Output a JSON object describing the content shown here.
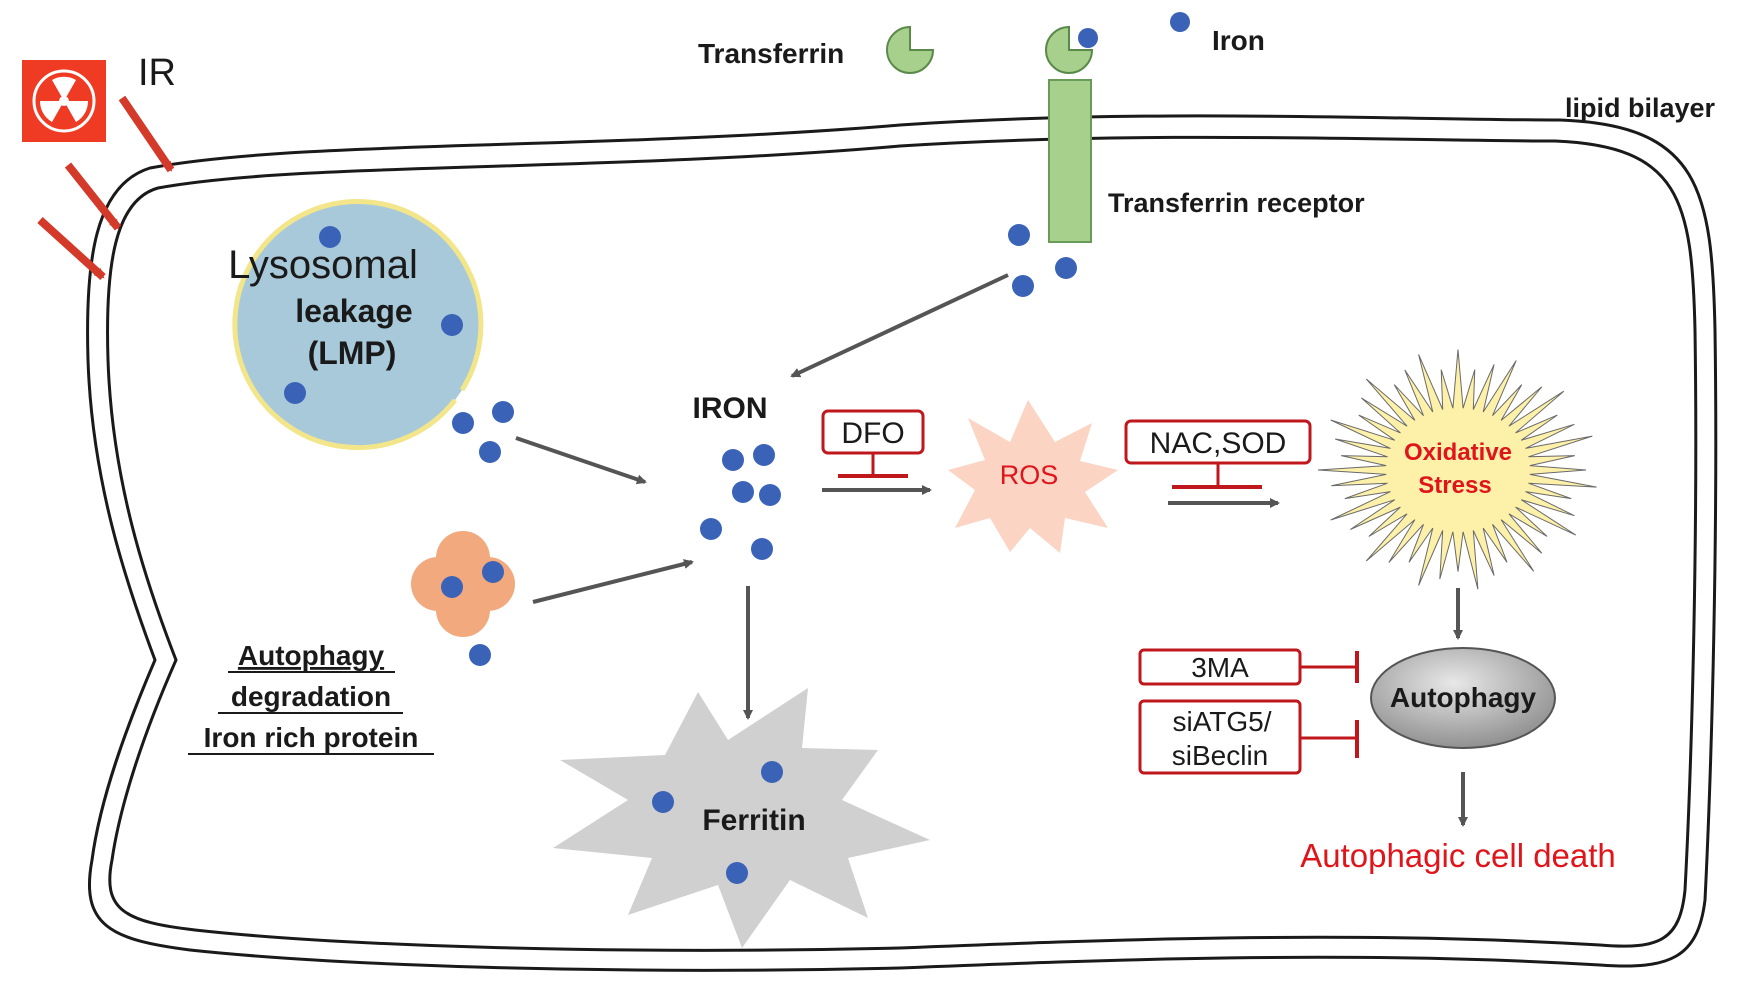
{
  "labels": {
    "ir": "IR",
    "transferrin": "Transferrin",
    "iron": "Iron",
    "lipid_bilayer": "lipid bilayer",
    "transferrin_receptor": "Transferrin receptor",
    "lysosomal_line1": "Lysosomal",
    "lysosomal_line2": "leakage",
    "lysosomal_line3": "(LMP)",
    "iron_pool": "IRON",
    "autophagy_degradation_line1": "Autophagy",
    "autophagy_degradation_line2": "degradation",
    "autophagy_degradation_line3": "Iron rich protein",
    "ferritin": "Ferritin",
    "dfo": "DFO",
    "ros": "ROS",
    "nac_sod": "NAC,SOD",
    "oxidative_line1": "Oxidative",
    "oxidative_line2": "Stress",
    "inhibitor_3ma": "3MA",
    "siatg5_line1": "siATG5/",
    "siatg5_line2": "siBeclin",
    "autophagy": "Autophagy",
    "cell_death": "Autophagic cell death"
  },
  "colors": {
    "iron_dot": "#3a63b8",
    "arrow": "#555555",
    "inhibitor": "#c0171d",
    "highlight_text": "#e0151b",
    "receptor": "#a8d08d",
    "transferrin": "#a8d08d",
    "lysosome": "#a8c9d9",
    "lysosome_rim": "#f2e58a",
    "protein": "#f2a97e",
    "ferritin": "#d0d0d0",
    "ros": "#fbd4c4",
    "oxidative": "#fdf0a8",
    "radiation": "#ef3b24"
  },
  "icons": {
    "radiation": "radiation-hazard-icon"
  }
}
